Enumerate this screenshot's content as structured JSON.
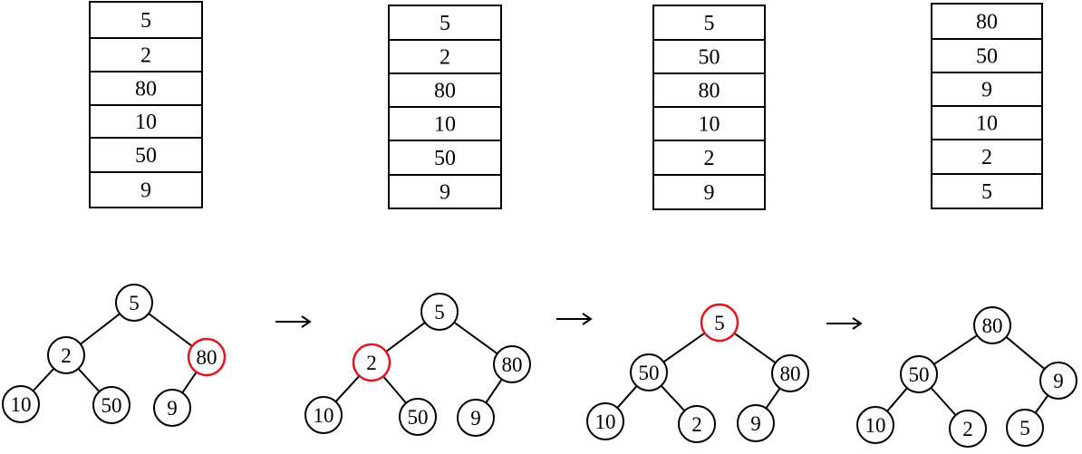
{
  "colors": {
    "stroke": "#000000",
    "highlight": "#e8141b",
    "fill": "#ffffff"
  },
  "stages": [
    {
      "array": [
        "5",
        "2",
        "80",
        "10",
        "50",
        "9"
      ],
      "highlight": "80"
    },
    {
      "array": [
        "5",
        "2",
        "80",
        "10",
        "50",
        "9"
      ],
      "highlight": "2"
    },
    {
      "array": [
        "5",
        "50",
        "80",
        "10",
        "2",
        "9"
      ],
      "highlight": "5"
    },
    {
      "array": [
        "80",
        "50",
        "9",
        "10",
        "2",
        "5"
      ],
      "highlight": null
    }
  ],
  "transition_icon": "right-arrow-icon"
}
